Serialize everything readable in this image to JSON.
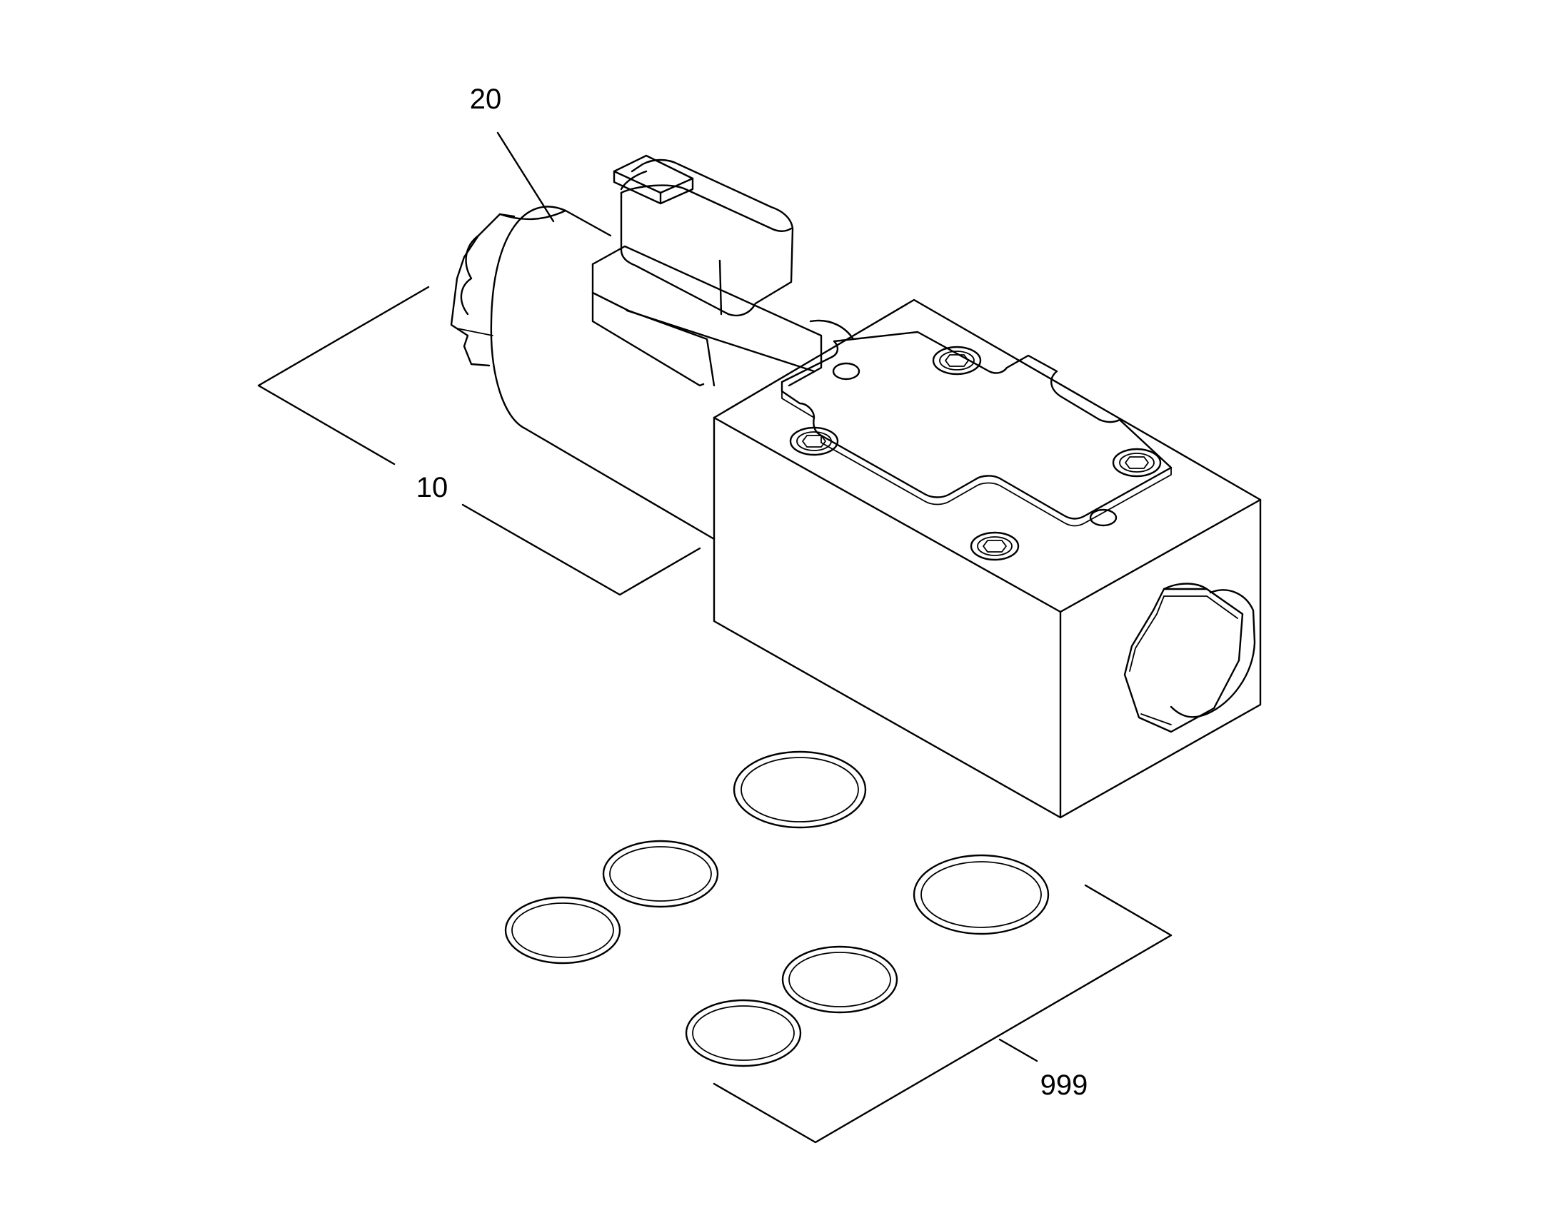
{
  "callouts": [
    {
      "id": "solenoid-coil",
      "label": "20"
    },
    {
      "id": "valve-assembly",
      "label": "10"
    },
    {
      "id": "seal-kit",
      "label": "999"
    }
  ],
  "colors": {
    "line": "#000000",
    "background": "#ffffff"
  }
}
